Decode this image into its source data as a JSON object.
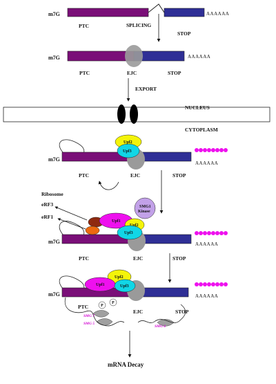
{
  "labels": {
    "cap": "m7G",
    "ptc": "PTC",
    "stop": "STOP",
    "ejc": "EJC",
    "polyA": "AAAAAA",
    "splicing": "SPLICING",
    "export": "EXPORT",
    "nucleus": "NUCLEUS",
    "cytoplasm": "CYTOPLASM",
    "ribosome": "Ribosome",
    "erf3": "eRF3",
    "erf1": "eRF1",
    "upf1": "Upf1",
    "upf2": "Upf2",
    "upf3": "Upf3",
    "smg1": "SMG1",
    "kinase": "Kinase",
    "smg7": "SMG 7",
    "smg5": "SMG 5",
    "smg6": "SMG 6",
    "phospho": "P",
    "decay": "mRNA Decay"
  },
  "colors": {
    "exon1": "#7a0f78",
    "exon2": "#2f2f96",
    "ejc": "#9a9a9a",
    "upf1": "#ee10ee",
    "upf2": "#f4f40a",
    "upf3": "#11d6e6",
    "smg1": "#c2a1e8",
    "erf3": "#8f2a10",
    "erf1": "#ec6a10",
    "pabp": "#ee10ee",
    "pore": "#000000",
    "smgText": "#d000d0"
  }
}
